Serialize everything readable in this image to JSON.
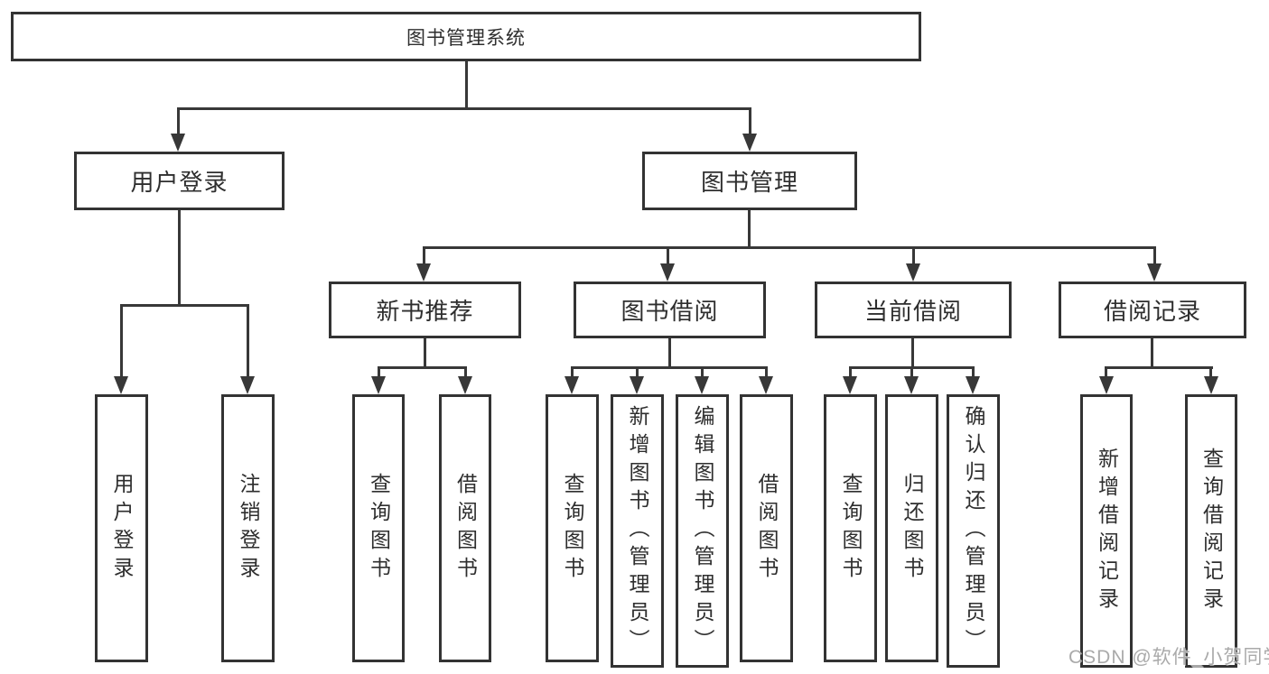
{
  "diagram": {
    "watermark": "CSDN @软件_小贺同学",
    "colors": {
      "line": "#383838",
      "border": "#333333",
      "text": "#2e2e2e",
      "watermark": "#aaaaaa",
      "background": "#ffffff"
    },
    "nodes": {
      "root": "图书管理系统",
      "userLogin": "用户登录",
      "bookMgmt": "图书管理",
      "newBookRec": "新书推荐",
      "bookBorrow": "图书借阅",
      "currentBorrow": "当前借阅",
      "borrowRecord": "借阅记录",
      "leafUserLogin": "用户登录",
      "leafLogout": "注销登录",
      "recQueryBook": "查询图书",
      "recBorrowBook": "借阅图书",
      "bbQueryBook": "查询图书",
      "bbAddBook": "新增图书（管理员）",
      "bbEditBook": "编辑图书（管理员）",
      "bbBorrowBook": "借阅图书",
      "cbQueryBook": "查询图书",
      "cbReturnBook": "归还图书",
      "cbConfirmReturn": "确认归还（管理员）",
      "brAddRecord": "新增借阅记录",
      "brQueryRecord": "查询借阅记录"
    },
    "structure": {
      "图书管理系统": [
        "用户登录",
        "图书管理"
      ],
      "用户登录": [
        "用户登录",
        "注销登录"
      ],
      "图书管理": [
        "新书推荐",
        "图书借阅",
        "当前借阅",
        "借阅记录"
      ],
      "新书推荐": [
        "查询图书",
        "借阅图书"
      ],
      "图书借阅": [
        "查询图书",
        "新增图书（管理员）",
        "编辑图书（管理员）",
        "借阅图书"
      ],
      "当前借阅": [
        "查询图书",
        "归还图书",
        "确认归还（管理员）"
      ],
      "借阅记录": [
        "新增借阅记录",
        "查询借阅记录"
      ]
    }
  }
}
